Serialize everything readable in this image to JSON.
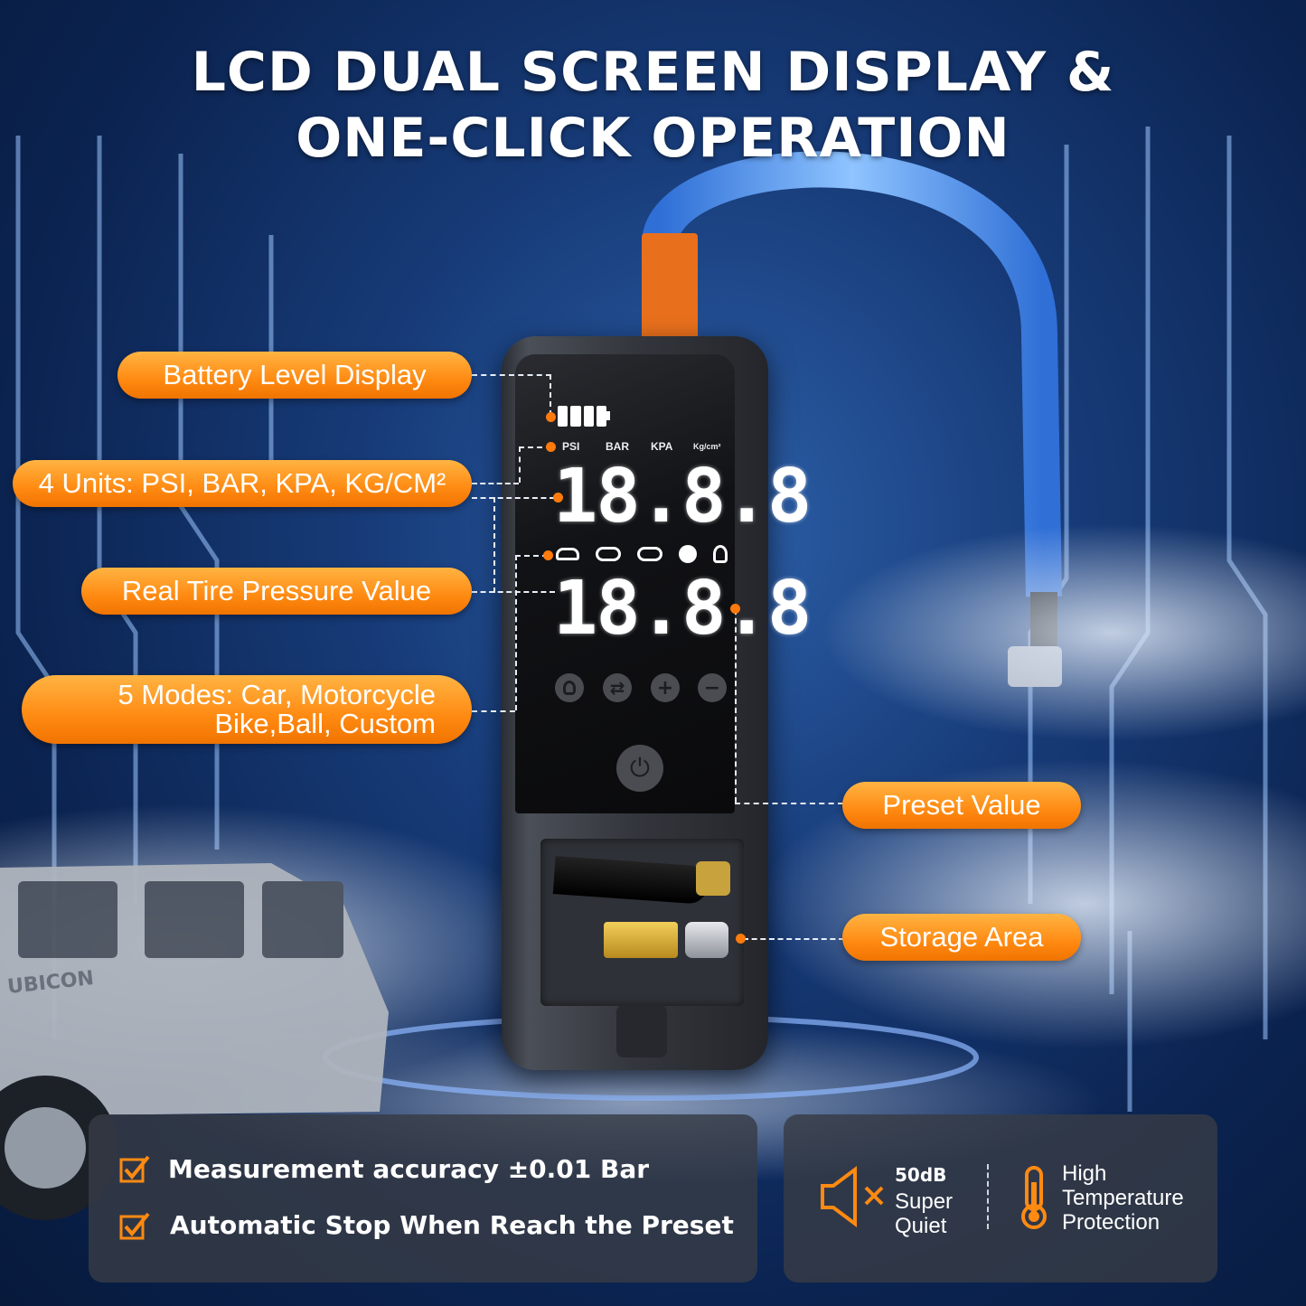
{
  "title": {
    "line1": "LCD DUAL SCREEN DISPLAY &",
    "line2": "ONE-CLICK OPERATION"
  },
  "callouts": {
    "battery": "Battery Level Display",
    "units": "4 Units: PSI, BAR, KPA, KG/CM²",
    "pressure": "Real Tire Pressure Value",
    "modes_line1": "5 Modes: Car, Motorcycle",
    "modes_line2": "Bike,Ball, Custom",
    "preset": "Preset Value",
    "storage": "Storage Area"
  },
  "lcd": {
    "units": [
      "PSI",
      "BAR",
      "KPA",
      "Kg/cm²"
    ],
    "top_reading": "18.8.8",
    "bottom_reading": "18.8.8"
  },
  "vehicle": {
    "badge": "UBICON"
  },
  "features": {
    "item1": "Measurement accuracy ±0.01 Bar",
    "item2": "Automatic Stop When Reach the Preset",
    "quiet_value": "50dB",
    "quiet_line1": "Super",
    "quiet_line2": "Quiet",
    "temp_line1": "High",
    "temp_line2": "Temperature",
    "temp_line3": "Protection"
  },
  "colors": {
    "accent": "#ff8a12",
    "background": "#173b78",
    "panel": "#373c46"
  }
}
